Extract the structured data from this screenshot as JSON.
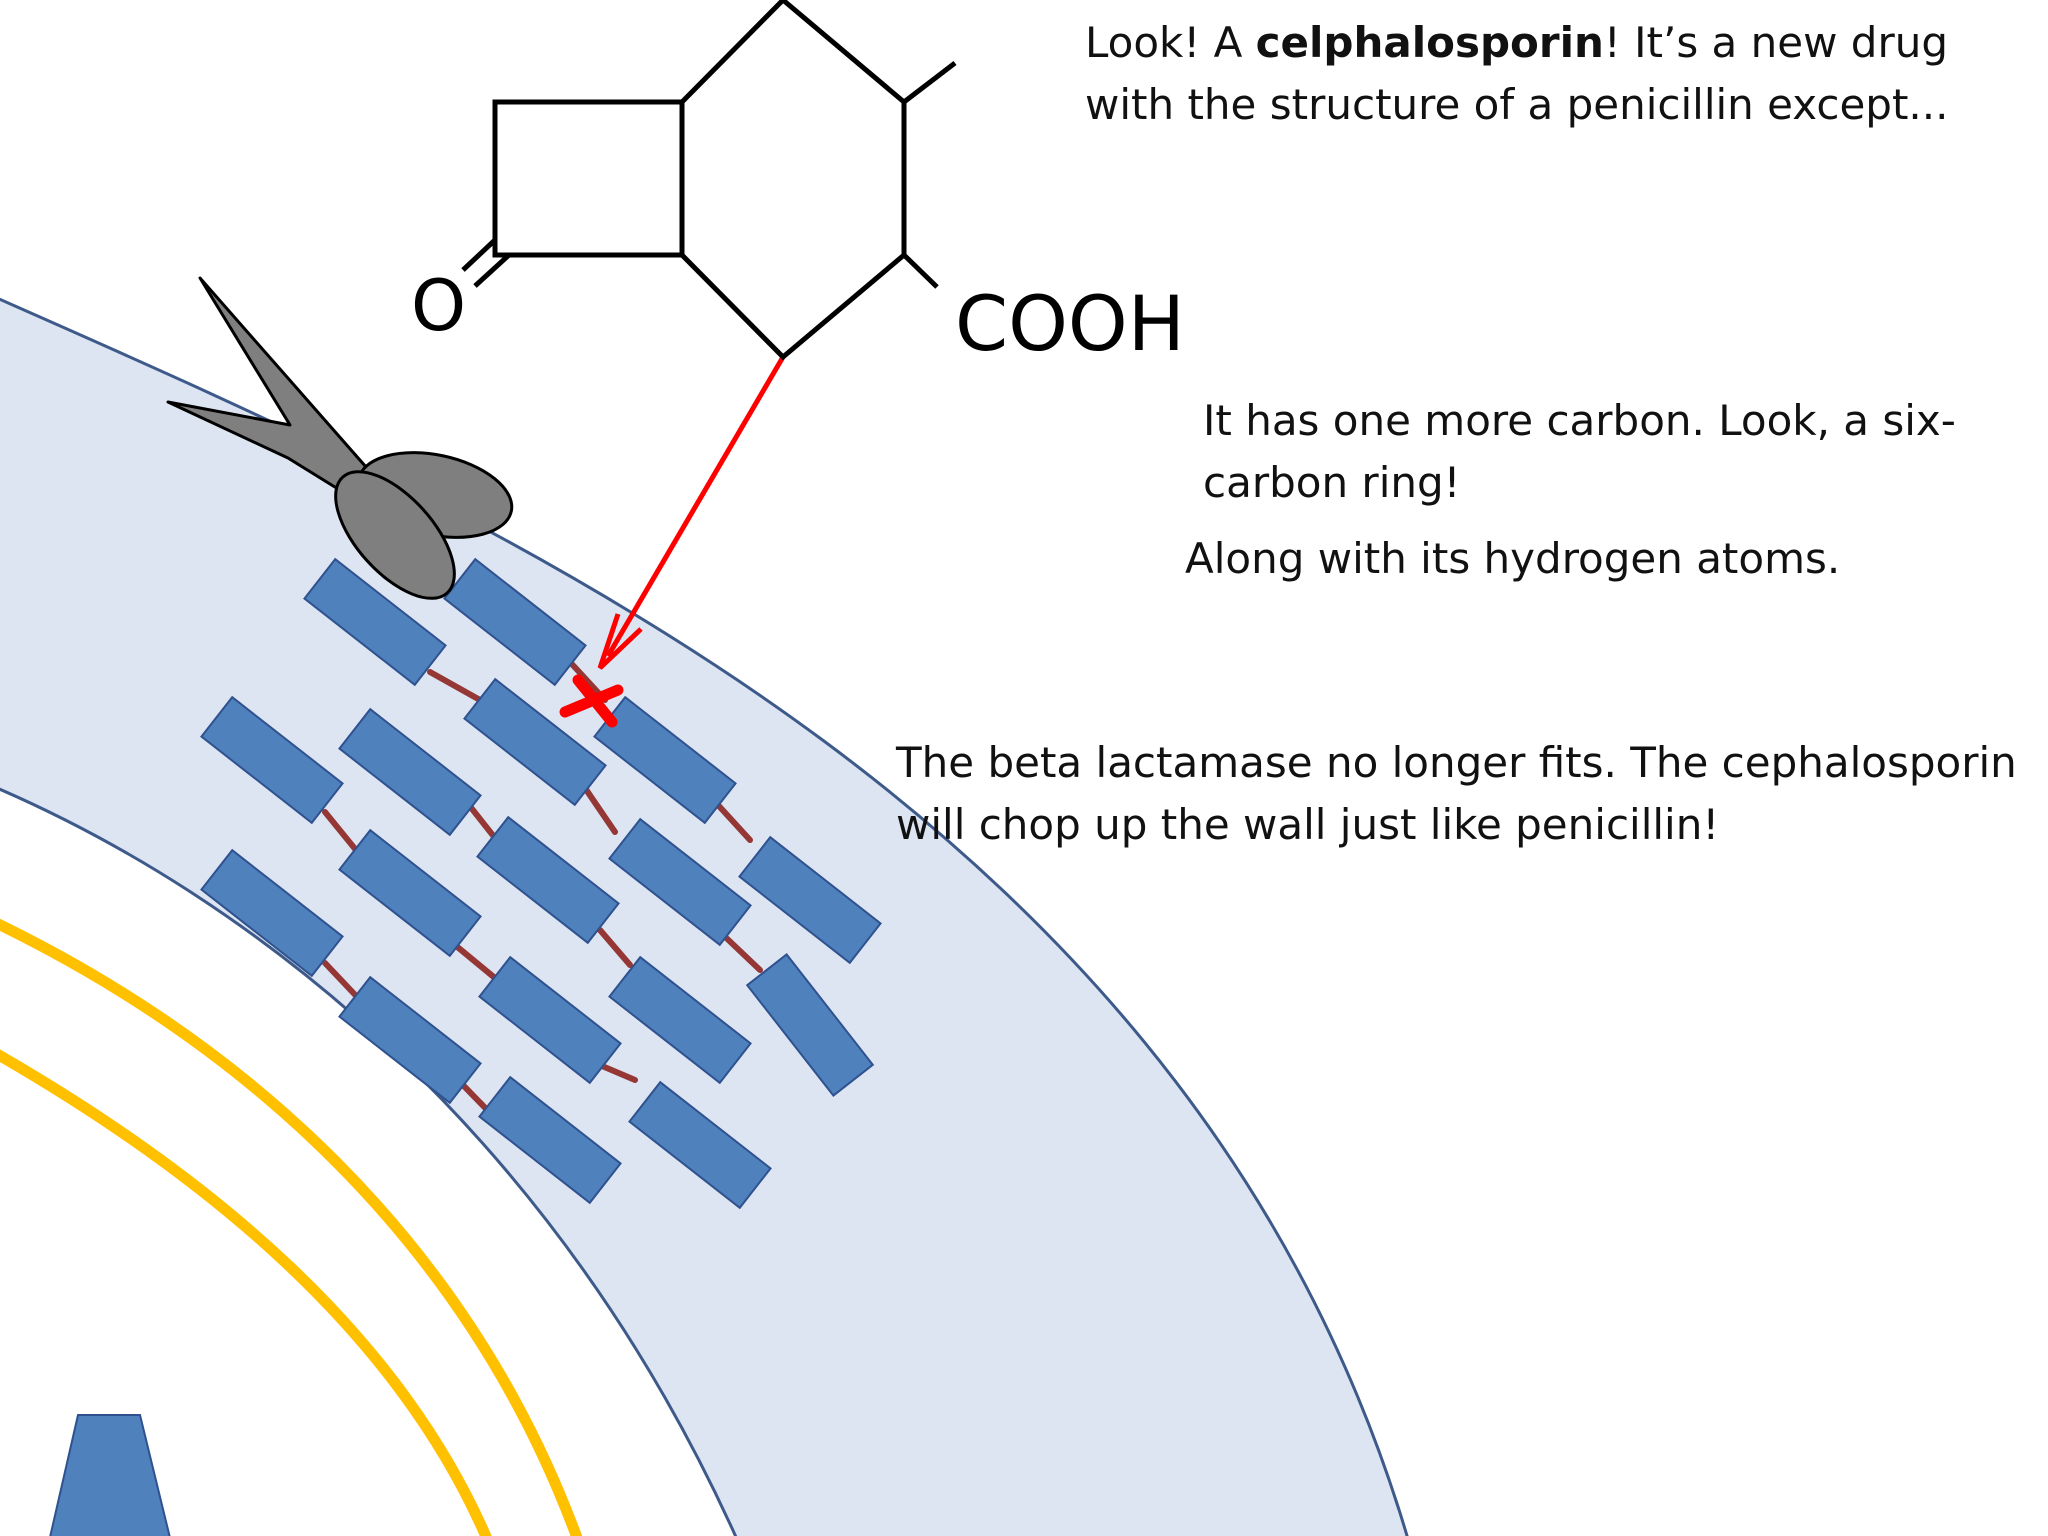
{
  "molecule": {
    "oxygen_label": "O",
    "carboxyl_label": "COOH"
  },
  "captions": {
    "intro_pre": "Look! A ",
    "intro_bold": "celphalosporin",
    "intro_post": "! It’s a new drug with the structure of a penicillin except...",
    "ring": "It has one more carbon. Look, a six-carbon ring!",
    "hydrogen": "Along with its hydrogen atoms.",
    "lactamase": "The beta lactamase no longer fits. The cephalosporin will chop up the wall just like penicillin!"
  },
  "colors": {
    "cell_wall_fill": "#dde5f3",
    "cell_wall_edge": "#3d5a8a",
    "peptidoglycan_block": "#4f81bd",
    "block_edge": "#2f528f",
    "crosslink": "#953735",
    "membrane": "#ffc000",
    "arrow": "#ff0000",
    "scissors": "#7f7f7f"
  },
  "icons": {
    "scissors": "scissors-icon",
    "blocked_link": "red-x-icon"
  }
}
